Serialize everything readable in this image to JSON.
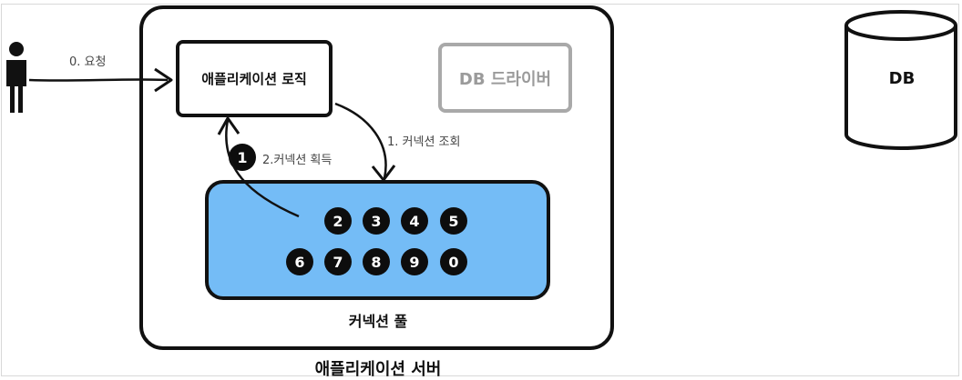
{
  "server": {
    "label": "애플리케이션 서버"
  },
  "app_logic": {
    "label": "애플리케이션 로직"
  },
  "db_driver": {
    "label": "DB 드라이버"
  },
  "pool": {
    "label": "커넥션 풀",
    "connections_row1": [
      "2",
      "3",
      "4",
      "5"
    ],
    "connections_row2": [
      "6",
      "7",
      "8",
      "9",
      "0"
    ]
  },
  "acquired_connection": "1",
  "steps": {
    "request": "0. 요청",
    "lookup": "1. 커넥션 조회",
    "acquire": "2.커넥션 획득"
  },
  "database": {
    "label": "DB"
  },
  "colors": {
    "pool_fill": "#74bcf6",
    "outline": "#111111",
    "driver_gray": "#a9a9a9"
  }
}
